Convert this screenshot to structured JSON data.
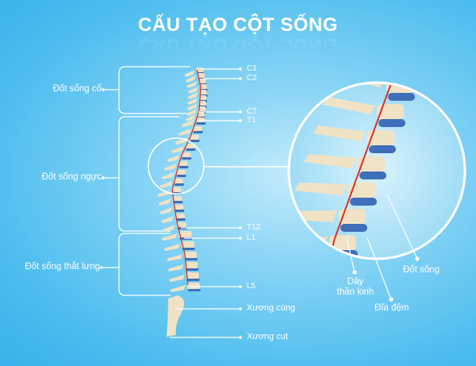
{
  "title": "CẤU TẠO CỘT SỐNG",
  "regions": [
    {
      "label": "Đốt sống cổ"
    },
    {
      "label": "Đốt sống ngực"
    },
    {
      "label": "Đốt sống thắt lưng"
    }
  ],
  "vertebra_labels": [
    "C1",
    "C2",
    "C7",
    "T1",
    "T12",
    "L1",
    "L5",
    "Xương cùng",
    "Xương cụt"
  ],
  "detail_labels": {
    "nerve_line1": "Dây",
    "nerve_line2": "thần kinh",
    "disc": "Đĩa đệm",
    "vertebra": "Đốt sống"
  },
  "colors": {
    "bone": "#f0e2c4",
    "disc": "#3f6fb8",
    "nerve": "#d8332a",
    "line": "#ffffff"
  }
}
